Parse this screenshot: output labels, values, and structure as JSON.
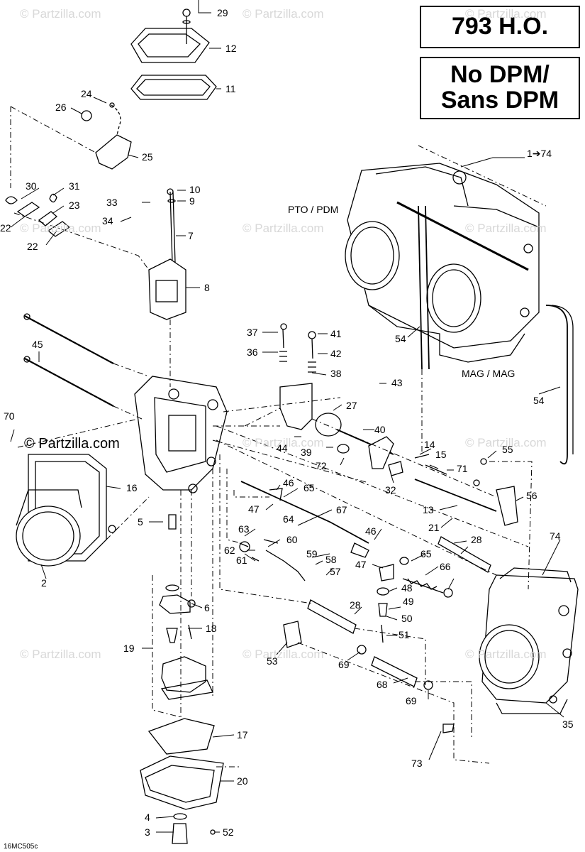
{
  "header": {
    "model": "793 H.O.",
    "dpm_line1": "No DPM/",
    "dpm_line2": "Sans DPM"
  },
  "watermark": {
    "text": "© Partzilla.com",
    "brand": "© Partzilla.com"
  },
  "range_label": "1➔74",
  "side_labels": {
    "pto": "PTO / PDM",
    "mag": "MAG / MAG"
  },
  "diagram_code": "16MC505c",
  "callouts": [
    "29",
    "12",
    "11",
    "24",
    "26",
    "25",
    "30",
    "31",
    "23",
    "22",
    "22",
    "10",
    "9",
    "33",
    "34",
    "7",
    "8",
    "45",
    "37",
    "41",
    "36",
    "42",
    "38",
    "43",
    "27",
    "40",
    "44",
    "39",
    "72",
    "14",
    "15",
    "71",
    "32",
    "55",
    "56",
    "70",
    "16",
    "46",
    "65",
    "47",
    "64",
    "67",
    "13",
    "21",
    "62",
    "74",
    "5",
    "63",
    "60",
    "61",
    "59",
    "58",
    "57",
    "46",
    "47",
    "65",
    "66",
    "48",
    "49",
    "50",
    "51",
    "28",
    "28",
    "6",
    "18",
    "19",
    "53",
    "69",
    "68",
    "69",
    "35",
    "2",
    "17",
    "20",
    "73",
    "4",
    "3",
    "52",
    "54",
    "54"
  ]
}
